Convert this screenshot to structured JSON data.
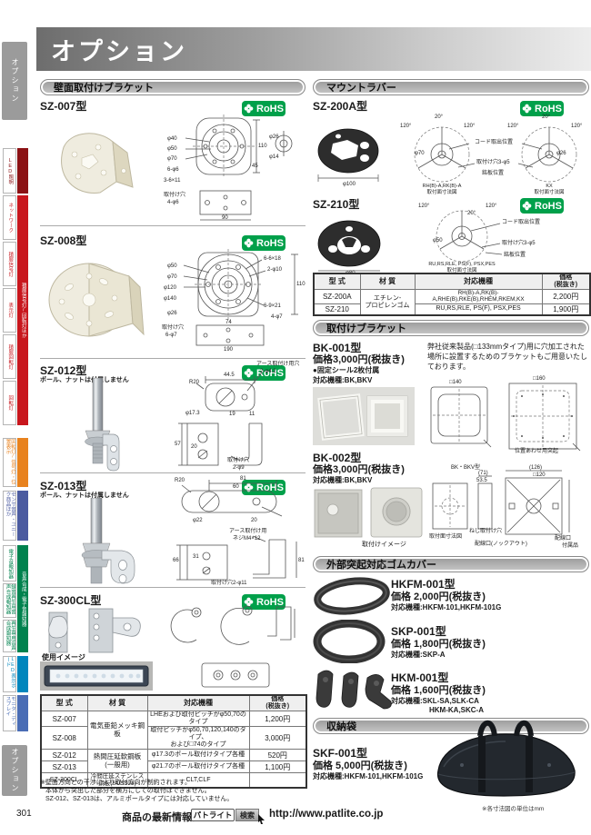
{
  "header": {
    "title": "オプション"
  },
  "rohs_label": "RoHS",
  "sidebar": {
    "top_tab": "オプション",
    "bottom_tab": "オプション",
    "tabs": [
      {
        "label": "LED照明"
      },
      {
        "label": "ネットワーク"
      },
      {
        "label": "積層信号灯"
      },
      {
        "label": "表示灯"
      },
      {
        "label": "積層回転灯"
      },
      {
        "label": "回転灯"
      },
      {
        "label": "回転灯/信号灯・位置表示"
      },
      {
        "label": "センサ音声・ユニーク商品ほか"
      },
      {
        "label": "電子音報知器"
      },
      {
        "label": "録音再生用音声合成報知器"
      },
      {
        "label": "再生専用音声合成報知器"
      },
      {
        "label": "LED表示ボード"
      },
      {
        "label": "モニタ・ディスプレイ"
      }
    ],
    "group_red": "積層信号灯/回転灯ほか",
    "group_green": "音声合成・電子音報知器"
  },
  "left": {
    "section_title": "壁面取付けブラケット",
    "sz007": {
      "model": "SZ-007型",
      "dims": [
        "φ40",
        "φ50",
        "φ70",
        "6-φ6",
        "3-6×11",
        "取付け穴",
        "4-φ6",
        "φ26",
        "φ14",
        "110",
        "45",
        "90"
      ]
    },
    "sz008": {
      "model": "SZ-008型",
      "dims": [
        "φ50",
        "φ70",
        "φ120",
        "φ140",
        "φ26",
        "取付け穴",
        "6-φ7",
        "6-6×18",
        "2-φ10",
        "6-9×21",
        "4-φ7",
        "110",
        "74",
        "190"
      ]
    },
    "sz012": {
      "model": "SZ-012型",
      "note": "ポール、ナットは付属しません",
      "dims": [
        "アース取付け用穴",
        "2-φ4.2",
        "44.5",
        "R20",
        "φ17.3",
        "19",
        "11",
        "57",
        "20",
        "取付け穴",
        "2-φ9"
      ]
    },
    "sz013": {
      "model": "SZ-013型",
      "note": "ポール、ナットは付属しません",
      "dims": [
        "R20",
        "81",
        "60",
        "φ22",
        "20",
        "アース取付け用",
        "ネジM4×12",
        "66",
        "31",
        "取付け穴2-φ11",
        "81"
      ]
    },
    "sz300": {
      "model": "SZ-300CL型",
      "usage_label": "使用イメージ"
    },
    "table": {
      "headers": [
        "型 式",
        "材 質",
        "対応機種",
        "価格\n(税抜き)"
      ],
      "rows": [
        {
          "model": "SZ-007",
          "material": "電気亜鉛メッキ鋼板",
          "compat": "LHEおよび取付ピッチがφ50,70のタイプ",
          "price": "1,200円"
        },
        {
          "model": "SZ-008",
          "compat": "取付ピッチがφ50,70,120,140のタイプ、\nおよび□74のタイプ",
          "price": "3,000円"
        },
        {
          "model": "SZ-012",
          "material": "熱間圧延軟鋼板\n(一般用)",
          "compat": "φ17.3のポール取付けタイプ各種",
          "price": "520円"
        },
        {
          "model": "SZ-013",
          "compat": "φ21.7のポール取付けタイプ各種",
          "price": "1,100円"
        },
        {
          "model": "SZ-300CL",
          "material": "冷間圧延ステンレス鋼板(SUS304)",
          "compat": "CLT,CLF",
          "price": ""
        }
      ]
    },
    "notes": [
      "※壁面方向との干渉により取付方向が制約されます。",
      "本体から突出した部分を横方にしての取付はできません。",
      "SZ-012、SZ-013は、アルミポールタイプには対応していません。"
    ]
  },
  "right": {
    "section_mount": "マウントラバー",
    "sz200a": {
      "model": "SZ-200A型",
      "photo_dim": "φ100",
      "dims": [
        "20°",
        "120°",
        "120°",
        "φ70",
        "20°",
        "120°",
        "120°",
        "φ26"
      ],
      "labels": [
        "コード取出位置",
        "取付け穴3-φ5",
        "銘板位置"
      ],
      "caption_left": "RH(B)-A,RK(B)-A\n取付面寸法図",
      "caption_right": "KX\n取付面寸法図"
    },
    "sz210": {
      "model": "SZ-210型",
      "photo_dim": "φ80",
      "dims": [
        "120°",
        "120°",
        "20°",
        "φ50"
      ],
      "labels": [
        "コード取出位置",
        "取付け穴3-φ5",
        "銘板位置"
      ],
      "caption": "RU,RS,RLE, PS(F), PSX,PES\n取付面寸法図"
    },
    "table": {
      "headers": [
        "型 式",
        "材 質",
        "対応機種",
        "価格\n(税抜き)"
      ],
      "rows": [
        {
          "model": "SZ-200A",
          "material": "エチレン‐\nプロピレンゴム",
          "compat": "RH(B)-A,RK(B)-A,RHE(B),RKE(B),RHEM,RKEM,KX",
          "price": "2,200円"
        },
        {
          "model": "SZ-210",
          "compat": "RU,RS,RLE, PS(F), PSX,PES",
          "price": "1,900円"
        }
      ]
    },
    "section_bracket": "取付けブラケット",
    "bk001": {
      "model": "BK-001型",
      "price": "価格3,000円(税抜き)",
      "feature": "●固定シール2枚付属",
      "compat": "対応機種:BK,BKV",
      "desc": "弊社従来製品(□133mmタイプ)用に穴加工された場所に設置するためのブラケットもご用意いたしております。",
      "dims": [
        "□140",
        "□160",
        "位置あわせ用突起"
      ]
    },
    "bk002": {
      "model": "BK-002型",
      "price": "価格3,000円(税抜き)",
      "compat": "対応機種:BK,BKV",
      "caption": "取付けイメージ",
      "dims": [
        "BK・BKV型",
        "(71)",
        "(126)",
        "53.5",
        "□120",
        "取付面寸法図",
        "ねじ取付け穴",
        "配線口(ノックアウト)",
        "配線口",
        "付属品"
      ]
    },
    "section_rubber": "外部突起対応ゴムカバー",
    "rubber_items": [
      {
        "model": "HKFM-001型",
        "price": "価格 2,000円(税抜き)",
        "compat": "対応機種:HKFM-101,HKFM-101G"
      },
      {
        "model": "SKP-001型",
        "price": "価格 1,800円(税抜き)",
        "compat": "対応機種:SKP-A"
      },
      {
        "model": "HKM-001型",
        "price": "価格 1,600円(税抜き)",
        "compat": "対応機種:SKL-SA,SLK-CA",
        "compat2": "HKM-KA,SKC-A"
      }
    ],
    "section_bag": "収納袋",
    "skf001": {
      "model": "SKF-001型",
      "price": "価格 5,000円(税抜き)",
      "compat": "対応機種:HKFM-101,HKFM-101G"
    },
    "unit_note": "※各寸法図の単位はmm"
  },
  "footer": {
    "page_number": "301",
    "lead": "商品の最新情報は",
    "search_term": "パトライト",
    "search_button": "検索",
    "url": "http://www.patlite.co.jp"
  }
}
